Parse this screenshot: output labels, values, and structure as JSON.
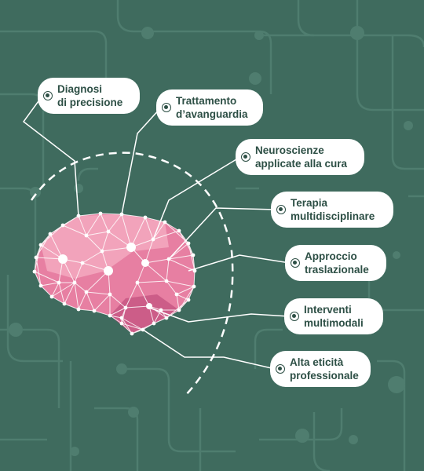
{
  "colors": {
    "background": "#3f6b5e",
    "circuit": "#4f7d6f",
    "brain_light": "#f3a9c0",
    "brain_mid": "#e77fa2",
    "brain_dark": "#c95a85",
    "pill_text": "#2d4f45",
    "pill_bg": "#ffffff"
  },
  "labels": [
    {
      "lines": [
        "Diagnosi",
        "di precisione"
      ]
    },
    {
      "lines": [
        "Trattamento",
        "d’avanguardia"
      ]
    },
    {
      "lines": [
        "Neuroscienze",
        "applicate alla cura"
      ]
    },
    {
      "lines": [
        "Terapia",
        "multidisciplinare"
      ]
    },
    {
      "lines": [
        "Approccio",
        "traslazionale"
      ]
    },
    {
      "lines": [
        "Interventi",
        "multimodali"
      ]
    },
    {
      "lines": [
        "Alta eticità",
        "professionale"
      ]
    }
  ]
}
